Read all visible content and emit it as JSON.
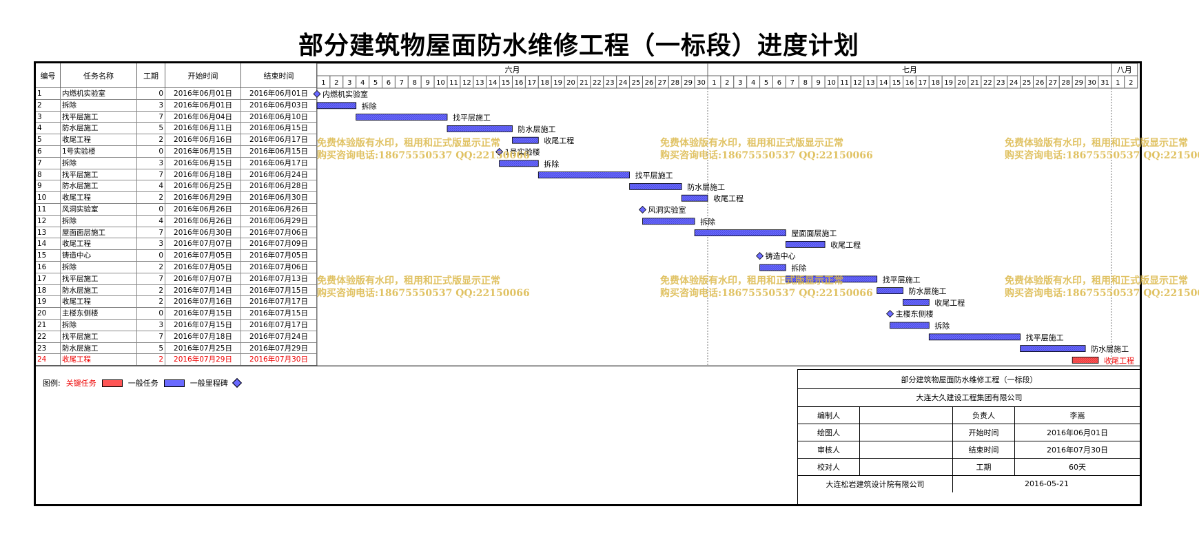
{
  "title": "部分建筑物屋面防水维修工程（一标段）进度计划",
  "headers": {
    "no": "编号",
    "name": "任务名称",
    "dur": "工期",
    "start": "开始时间",
    "end": "结束时间"
  },
  "months": [
    "六月",
    "七月",
    "八月"
  ],
  "colors": {
    "normal": "#6a6aff",
    "critical": "#ff5555",
    "watermark": "#dbb848"
  },
  "chart_data": {
    "type": "gantt",
    "x_start": "2016-06-01",
    "x_end": "2016-08-02",
    "day_ticks_june": [
      "1",
      "2",
      "3",
      "4",
      "5",
      "6",
      "7",
      "8",
      "9",
      "10",
      "11",
      "12",
      "13",
      "14",
      "15",
      "16",
      "17",
      "18",
      "19",
      "20",
      "21",
      "22",
      "23",
      "24",
      "25",
      "26",
      "27",
      "28",
      "29",
      "30"
    ],
    "day_ticks_july": [
      "1",
      "2",
      "3",
      "4",
      "5",
      "6",
      "7",
      "8",
      "9",
      "10",
      "11",
      "12",
      "13",
      "14",
      "15",
      "16",
      "17",
      "18",
      "19",
      "20",
      "21",
      "22",
      "23",
      "24",
      "25",
      "26",
      "27",
      "28",
      "29",
      "30",
      "31"
    ],
    "day_ticks_aug": [
      "1",
      "2"
    ],
    "tasks": [
      {
        "no": "1",
        "name": "内燃机实验室",
        "dur": "0",
        "start": "2016年06月01日",
        "end": "2016年06月01日",
        "s": "2016-06-01",
        "e": "2016-06-01",
        "milestone": true,
        "critical": false
      },
      {
        "no": "2",
        "name": "拆除",
        "dur": "3",
        "start": "2016年06月01日",
        "end": "2016年06月03日",
        "s": "2016-06-01",
        "e": "2016-06-03",
        "milestone": false,
        "critical": false
      },
      {
        "no": "3",
        "name": "找平层施工",
        "dur": "7",
        "start": "2016年06月04日",
        "end": "2016年06月10日",
        "s": "2016-06-04",
        "e": "2016-06-10",
        "milestone": false,
        "critical": false
      },
      {
        "no": "4",
        "name": "防水层施工",
        "dur": "5",
        "start": "2016年06月11日",
        "end": "2016年06月15日",
        "s": "2016-06-11",
        "e": "2016-06-15",
        "milestone": false,
        "critical": false
      },
      {
        "no": "5",
        "name": "收尾工程",
        "dur": "2",
        "start": "2016年06月16日",
        "end": "2016年06月17日",
        "s": "2016-06-16",
        "e": "2016-06-17",
        "milestone": false,
        "critical": false
      },
      {
        "no": "6",
        "name": "1号实验楼",
        "dur": "0",
        "start": "2016年06月15日",
        "end": "2016年06月15日",
        "s": "2016-06-15",
        "e": "2016-06-15",
        "milestone": true,
        "critical": false
      },
      {
        "no": "7",
        "name": "拆除",
        "dur": "3",
        "start": "2016年06月15日",
        "end": "2016年06月17日",
        "s": "2016-06-15",
        "e": "2016-06-17",
        "milestone": false,
        "critical": false
      },
      {
        "no": "8",
        "name": "找平层施工",
        "dur": "7",
        "start": "2016年06月18日",
        "end": "2016年06月24日",
        "s": "2016-06-18",
        "e": "2016-06-24",
        "milestone": false,
        "critical": false
      },
      {
        "no": "9",
        "name": "防水层施工",
        "dur": "4",
        "start": "2016年06月25日",
        "end": "2016年06月28日",
        "s": "2016-06-25",
        "e": "2016-06-28",
        "milestone": false,
        "critical": false
      },
      {
        "no": "10",
        "name": "收尾工程",
        "dur": "2",
        "start": "2016年06月29日",
        "end": "2016年06月30日",
        "s": "2016-06-29",
        "e": "2016-06-30",
        "milestone": false,
        "critical": false
      },
      {
        "no": "11",
        "name": "风洞实验室",
        "dur": "0",
        "start": "2016年06月26日",
        "end": "2016年06月26日",
        "s": "2016-06-26",
        "e": "2016-06-26",
        "milestone": true,
        "critical": false
      },
      {
        "no": "12",
        "name": "拆除",
        "dur": "4",
        "start": "2016年06月26日",
        "end": "2016年06月29日",
        "s": "2016-06-26",
        "e": "2016-06-29",
        "milestone": false,
        "critical": false
      },
      {
        "no": "13",
        "name": "屋面面层施工",
        "dur": "7",
        "start": "2016年06月30日",
        "end": "2016年07月06日",
        "s": "2016-06-30",
        "e": "2016-07-06",
        "milestone": false,
        "critical": false
      },
      {
        "no": "14",
        "name": "收尾工程",
        "dur": "3",
        "start": "2016年07月07日",
        "end": "2016年07月09日",
        "s": "2016-07-07",
        "e": "2016-07-09",
        "milestone": false,
        "critical": false
      },
      {
        "no": "15",
        "name": "铸造中心",
        "dur": "0",
        "start": "2016年07月05日",
        "end": "2016年07月05日",
        "s": "2016-07-05",
        "e": "2016-07-05",
        "milestone": true,
        "critical": false
      },
      {
        "no": "16",
        "name": "拆除",
        "dur": "2",
        "start": "2016年07月05日",
        "end": "2016年07月06日",
        "s": "2016-07-05",
        "e": "2016-07-06",
        "milestone": false,
        "critical": false
      },
      {
        "no": "17",
        "name": "找平层施工",
        "dur": "7",
        "start": "2016年07月07日",
        "end": "2016年07月13日",
        "s": "2016-07-07",
        "e": "2016-07-13",
        "milestone": false,
        "critical": false
      },
      {
        "no": "18",
        "name": "防水层施工",
        "dur": "2",
        "start": "2016年07月14日",
        "end": "2016年07月15日",
        "s": "2016-07-14",
        "e": "2016-07-15",
        "milestone": false,
        "critical": false
      },
      {
        "no": "19",
        "name": "收尾工程",
        "dur": "2",
        "start": "2016年07月16日",
        "end": "2016年07月17日",
        "s": "2016-07-16",
        "e": "2016-07-17",
        "milestone": false,
        "critical": false
      },
      {
        "no": "20",
        "name": "主楼东侧楼",
        "dur": "0",
        "start": "2016年07月15日",
        "end": "2016年07月15日",
        "s": "2016-07-15",
        "e": "2016-07-15",
        "milestone": true,
        "critical": false
      },
      {
        "no": "21",
        "name": "拆除",
        "dur": "3",
        "start": "2016年07月15日",
        "end": "2016年07月17日",
        "s": "2016-07-15",
        "e": "2016-07-17",
        "milestone": false,
        "critical": false
      },
      {
        "no": "22",
        "name": "找平层施工",
        "dur": "7",
        "start": "2016年07月18日",
        "end": "2016年07月24日",
        "s": "2016-07-18",
        "e": "2016-07-24",
        "milestone": false,
        "critical": false
      },
      {
        "no": "23",
        "name": "防水层施工",
        "dur": "5",
        "start": "2016年07月25日",
        "end": "2016年07月29日",
        "s": "2016-07-25",
        "e": "2016-07-29",
        "milestone": false,
        "critical": false
      },
      {
        "no": "24",
        "name": "收尾工程",
        "dur": "2",
        "start": "2016年07月29日",
        "end": "2016年07月30日",
        "s": "2016-07-29",
        "e": "2016-07-30",
        "milestone": false,
        "critical": true
      }
    ]
  },
  "legend": {
    "label": "图例:",
    "critical": "关键任务",
    "normal": "一般任务",
    "milestone": "一般里程碑"
  },
  "titleblock": {
    "project": "部分建筑物屋面防水维修工程（一标段）",
    "company": "大连大久建设工程集团有限公司",
    "compiler_label": "编制人",
    "compiler": "",
    "owner_label": "负责人",
    "owner": "李嵩",
    "drawer_label": "绘图人",
    "drawer": "",
    "start_label": "开始时间",
    "start": "2016年06月01日",
    "reviewer_label": "审核人",
    "reviewer": "",
    "end_label": "结束时间",
    "end": "2016年07月30日",
    "checker_label": "校对人",
    "checker": "",
    "duration_label": "工期",
    "duration": "60天",
    "designer": "大连松岩建筑设计院有限公司",
    "date": "2016-05-21"
  },
  "watermark": {
    "line1": "免费体验版有水印，租用和正式版显示正常",
    "line2": "购买咨询电话:18675550537 QQ:22150066"
  }
}
